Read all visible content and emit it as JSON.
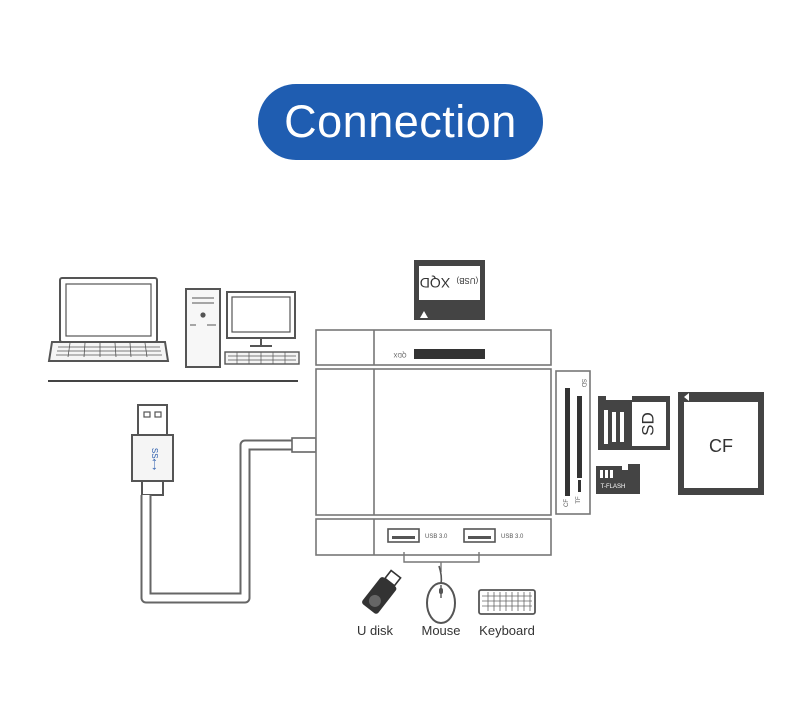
{
  "title": "Connection",
  "hub": {
    "top_slot_label": "QDX",
    "usb_port_1_label": "USB 3.0",
    "usb_port_2_label": "USB 3.0",
    "side_slot_labels": [
      "SD",
      "TF",
      "CF"
    ]
  },
  "cable": {
    "plug_label": "SS⟷"
  },
  "cards": {
    "xqd": {
      "name": "XQD",
      "sub": "(USB)"
    },
    "sd": "SD",
    "tf": "T-FLASH",
    "cf": "CF"
  },
  "devices": {
    "udisk": "U disk",
    "mouse": "Mouse",
    "keyboard": "Keyboard"
  },
  "colors": {
    "accent": "#1f5db1",
    "line": "#6e6e6e",
    "card": "#444444"
  }
}
